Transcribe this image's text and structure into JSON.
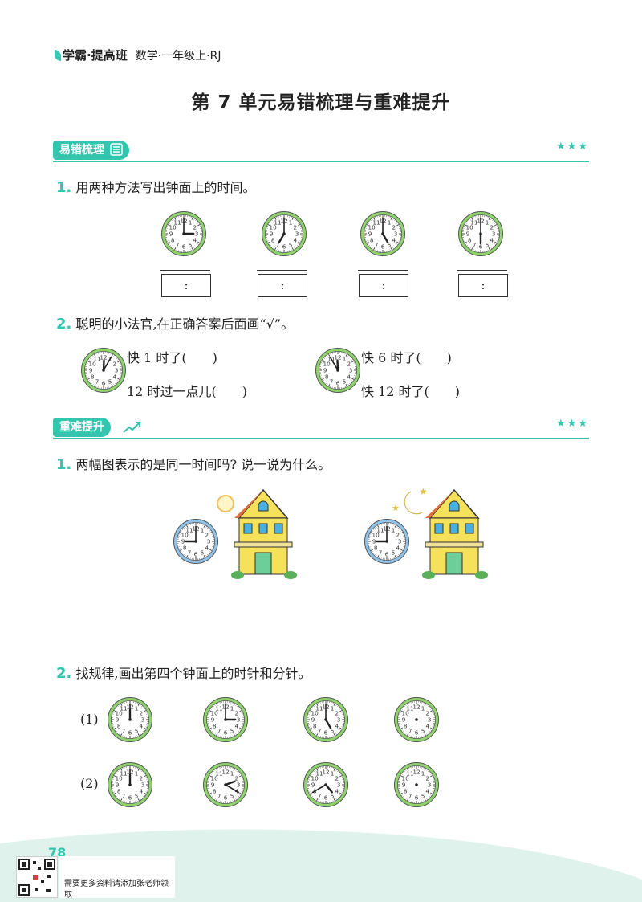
{
  "header": {
    "brand": "学霸·提高班",
    "subject": "数学·一年级上·RJ"
  },
  "title": "第 7 单元易错梳理与重难提升",
  "section1": {
    "label": "易错梳理",
    "tag_icon": "list-icon"
  },
  "q1": {
    "num": "1.",
    "text": "用两种方法写出钟面上的时间。",
    "boxes": [
      ":",
      ":",
      ":",
      ":"
    ]
  },
  "q2": {
    "num": "2.",
    "text": "聪明的小法官,在正确答案后面画“√”。",
    "left": [
      "快 1 时了(　　)",
      "12 时过一点儿(　　)"
    ],
    "right": [
      "快 6 时了(　　)",
      "快 12 时了(　　)"
    ]
  },
  "section2": {
    "label": "重难提升",
    "tag_icon": "trend-up-icon"
  },
  "q3": {
    "num": "1.",
    "text": "两幅图表示的是同一时间吗? 说一说为什么。"
  },
  "q4": {
    "num": "2.",
    "text": "找规律,画出第四个钟面上的时针和分针。",
    "row1": "(1)",
    "row2": "(2)"
  },
  "footer": {
    "page": "78",
    "note": "需要更多资料请添加张老师领取"
  },
  "colors": {
    "accent": "#33c5ae",
    "clock_green": "#8ed36b",
    "clock_blue": "#8fc3ea"
  }
}
